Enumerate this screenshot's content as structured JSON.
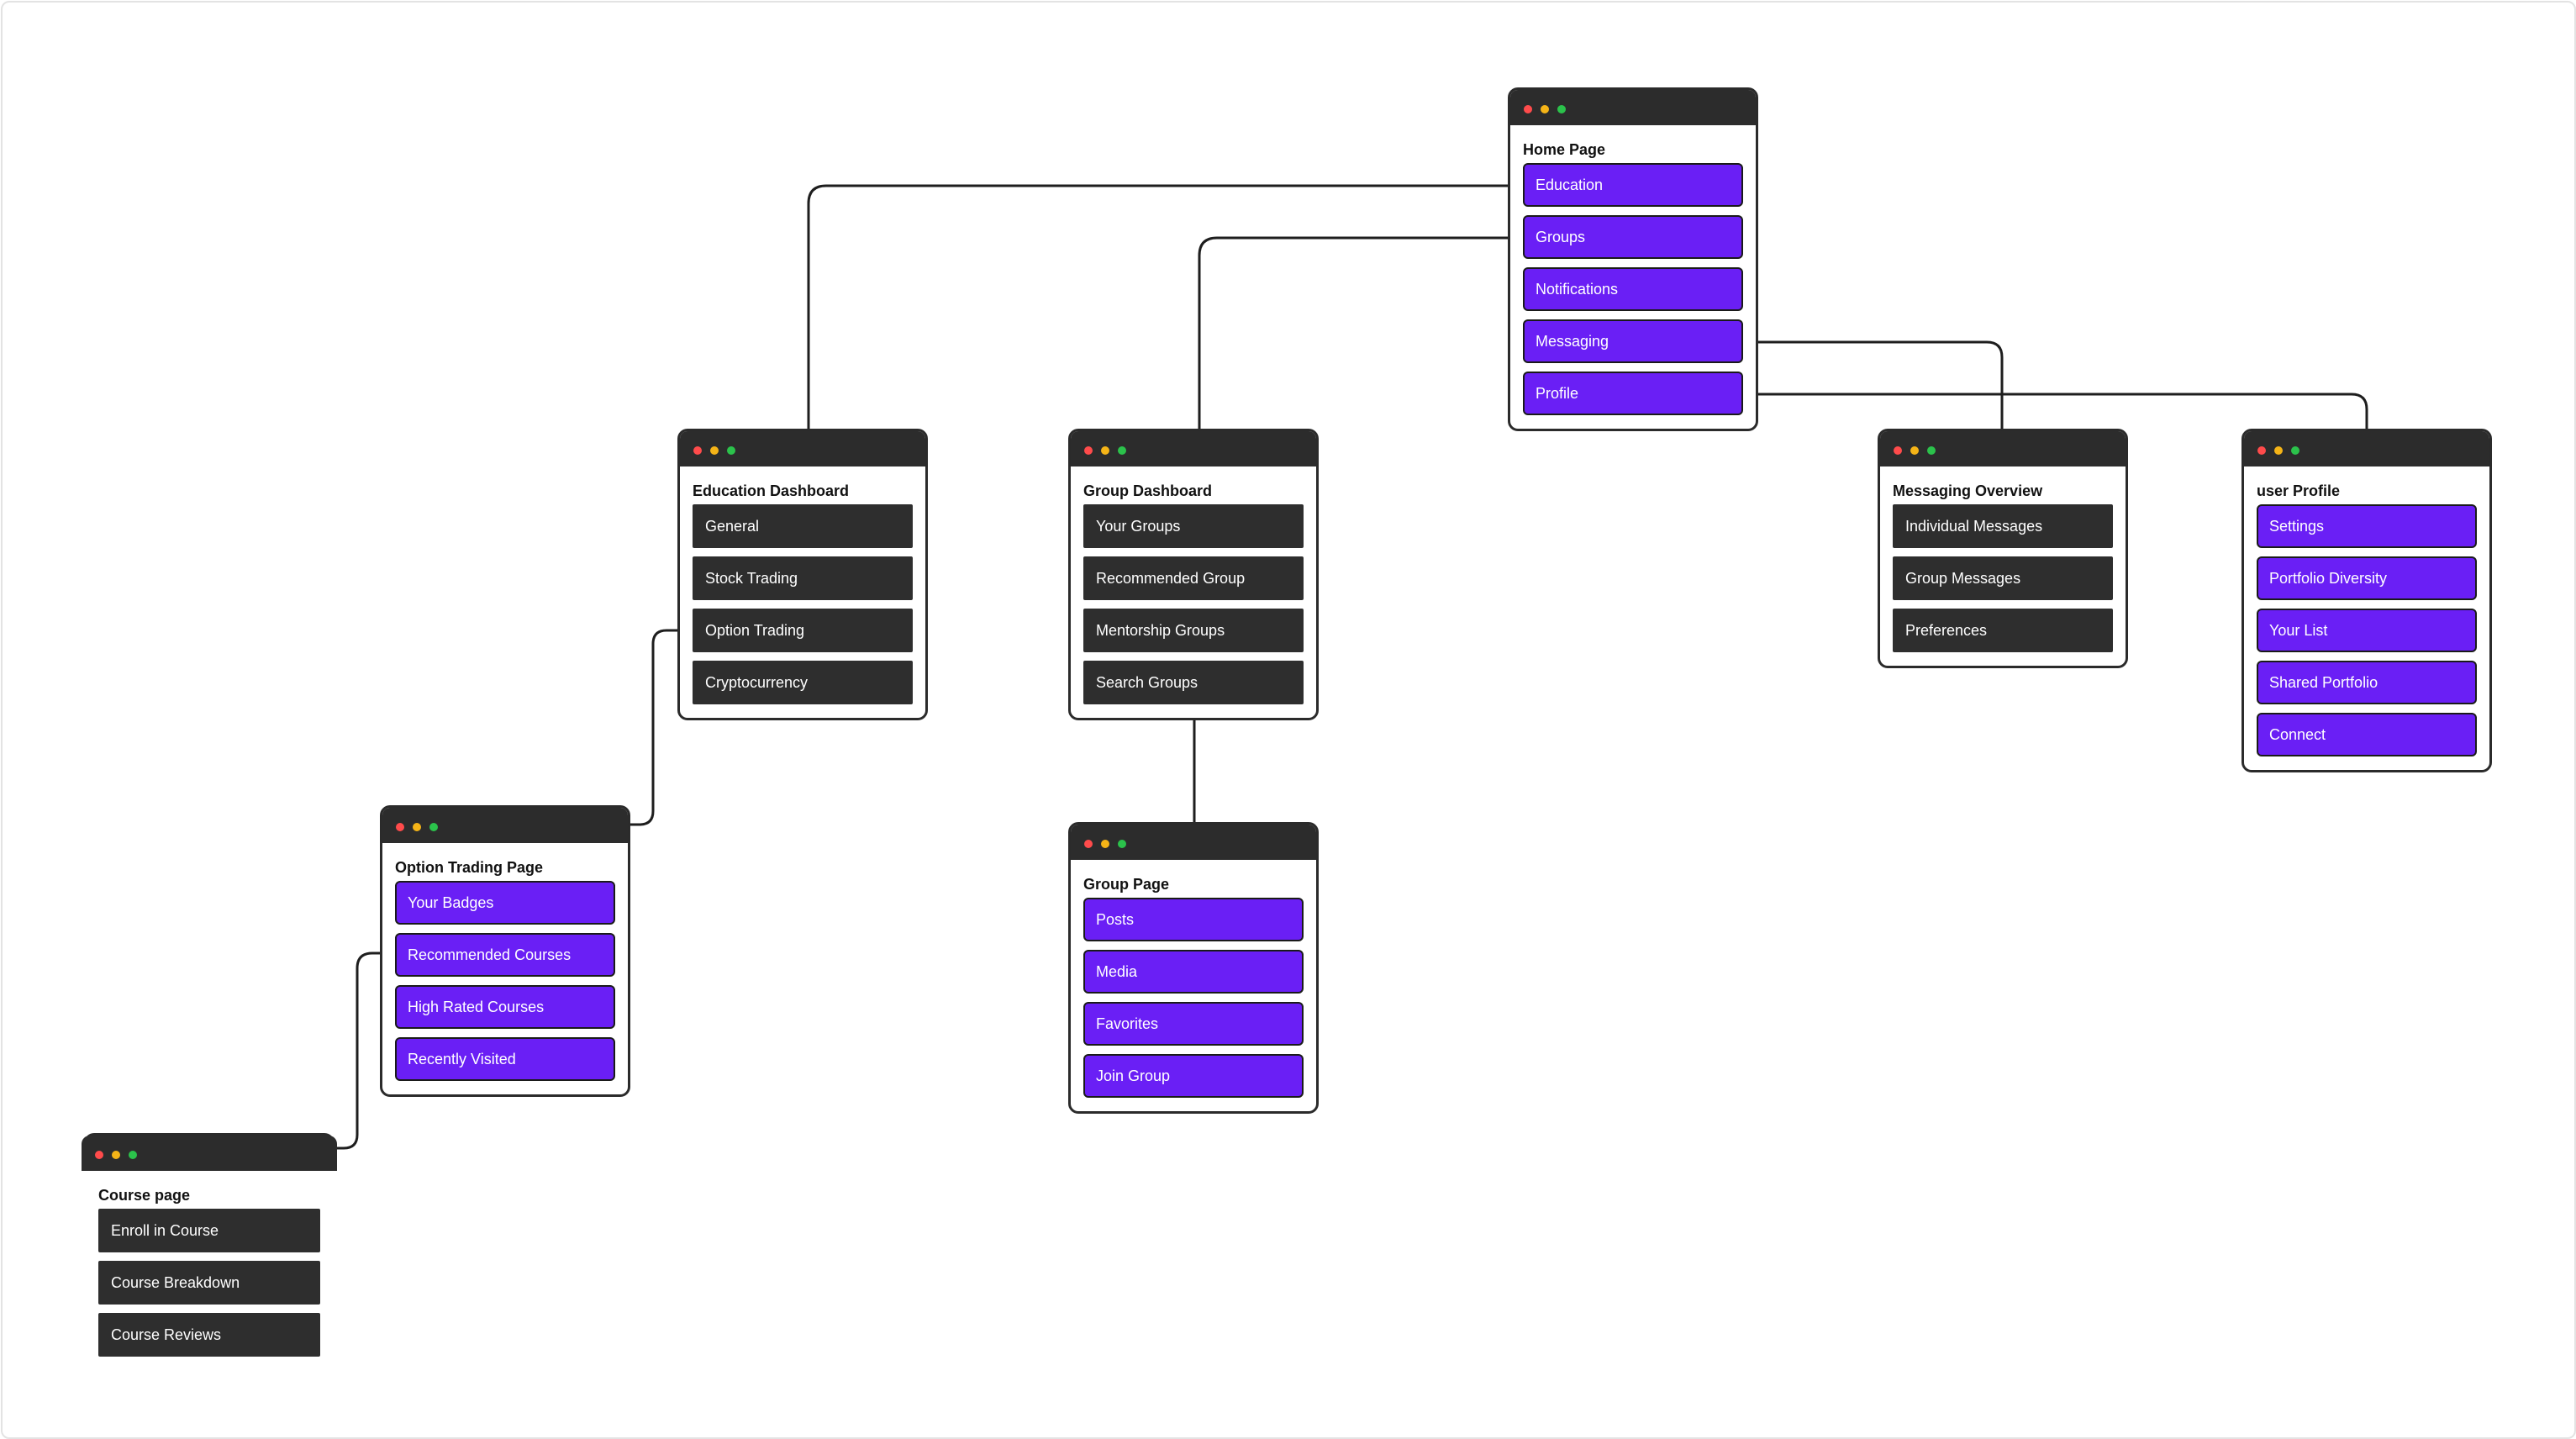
{
  "colors": {
    "purple_item": "#6a1ff5",
    "dark_item": "#2e2e2e",
    "titlebar": "#2c2c2c",
    "connector": "#1e1e1e"
  },
  "cards": {
    "home": {
      "title": "Home Page",
      "items": [
        "Education",
        "Groups",
        "Notifications",
        "Messaging",
        "Profile"
      ]
    },
    "education": {
      "title": "Education Dashboard",
      "items": [
        "General",
        "Stock Trading",
        "Option Trading",
        "Cryptocurrency"
      ]
    },
    "group_dashboard": {
      "title": "Group Dashboard",
      "items": [
        "Your Groups",
        "Recommended Group",
        "Mentorship Groups",
        "Search Groups"
      ]
    },
    "messaging": {
      "title": "Messaging Overview",
      "items": [
        "Individual Messages",
        "Group Messages",
        "Preferences"
      ]
    },
    "profile": {
      "title": "user Profile",
      "items": [
        "Settings",
        "Portfolio Diversity",
        "Your List",
        "Shared Portfolio",
        "Connect"
      ]
    },
    "group_page": {
      "title": "Group Page",
      "items": [
        "Posts",
        "Media",
        "Favorites",
        "Join Group"
      ]
    },
    "option_trading": {
      "title": "Option Trading Page",
      "items": [
        "Your Badges",
        "Recommended Courses",
        "High Rated Courses",
        "Recently Visited"
      ]
    },
    "course": {
      "title": "Course page",
      "items": [
        "Enroll in Course",
        "Course Breakdown",
        "Course Reviews"
      ]
    }
  }
}
